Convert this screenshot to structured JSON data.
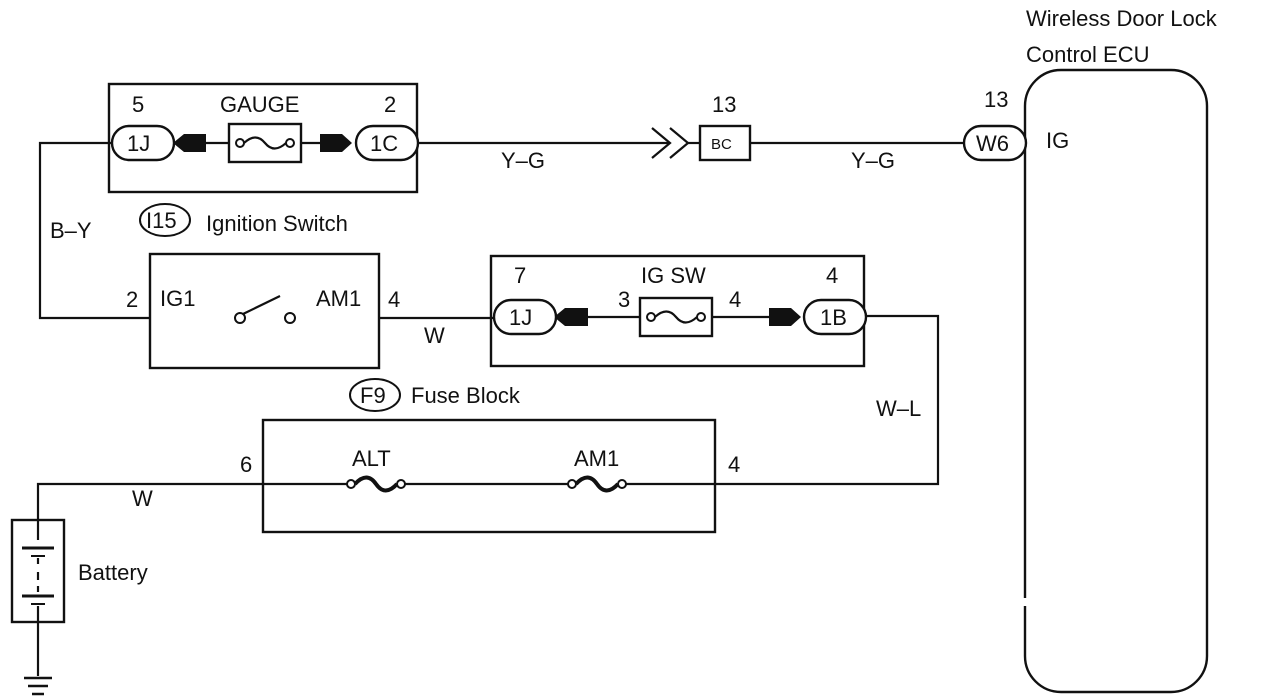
{
  "ecu": {
    "title_line1": "Wireless Door Lock",
    "title_line2": "Control ECU",
    "pin_label": "IG",
    "pin_number": "13",
    "connector": "W6"
  },
  "gauge": {
    "label": "GAUGE",
    "left_pin": "5",
    "left_connector": "1J",
    "right_pin": "2",
    "right_connector": "1C"
  },
  "bc": {
    "pin": "13",
    "connector": "BC"
  },
  "wires": {
    "y_g_left": "Y–G",
    "y_g_right": "Y–G",
    "b_y": "B–Y",
    "w_ign": "W",
    "w_l": "W–L",
    "w_bat": "W"
  },
  "ignition": {
    "id": "I15",
    "label": "Ignition Switch",
    "left_pin": "2",
    "left_terminal": "IG1",
    "right_terminal": "AM1",
    "right_pin": "4"
  },
  "igsw": {
    "label": "IG SW",
    "left_pin": "7",
    "left_connector": "1J",
    "fuse_in": "3",
    "fuse_out": "4",
    "right_pin": "4",
    "right_connector": "1B"
  },
  "fuseblock": {
    "id": "F9",
    "label": "Fuse Block",
    "left_pin": "6",
    "right_pin": "4",
    "fuse1": "ALT",
    "fuse2": "AM1"
  },
  "battery": {
    "label": "Battery"
  },
  "icons": [
    "ground-icon",
    "battery-icon",
    "fuse-icon",
    "switch-icon"
  ]
}
